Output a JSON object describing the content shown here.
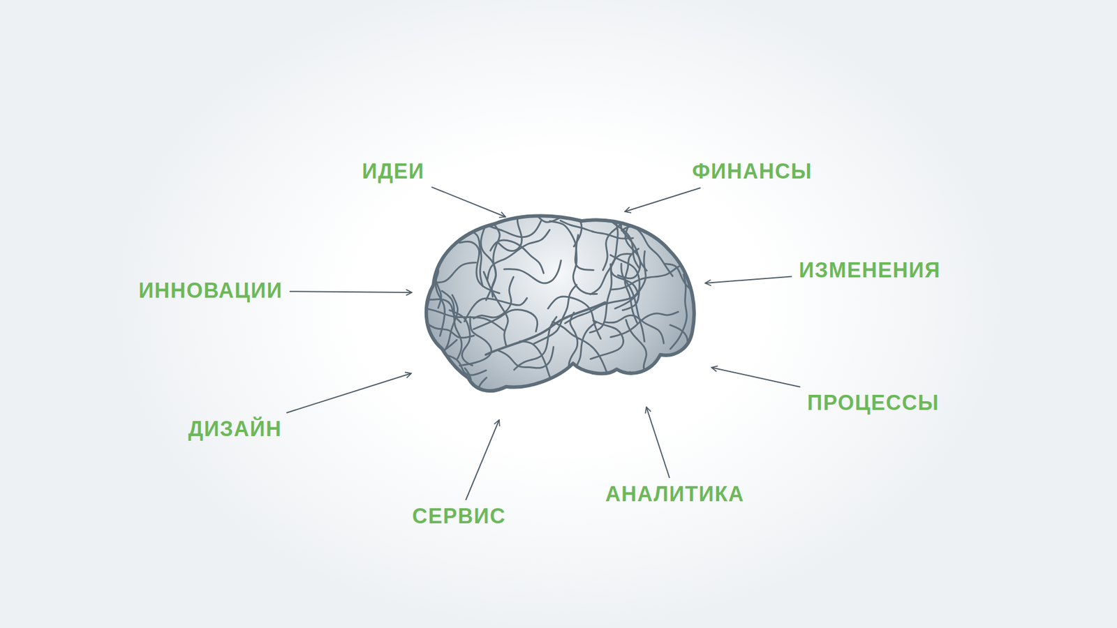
{
  "diagram": {
    "labels": [
      "ИДЕИ",
      "ФИНАНСЫ",
      "ИЗМЕНЕНИЯ",
      "ИННОВАЦИИ",
      "ПРОЦЕССЫ",
      "ДИЗАЙН",
      "АНАЛИТИКА",
      "СЕРВИС"
    ]
  }
}
